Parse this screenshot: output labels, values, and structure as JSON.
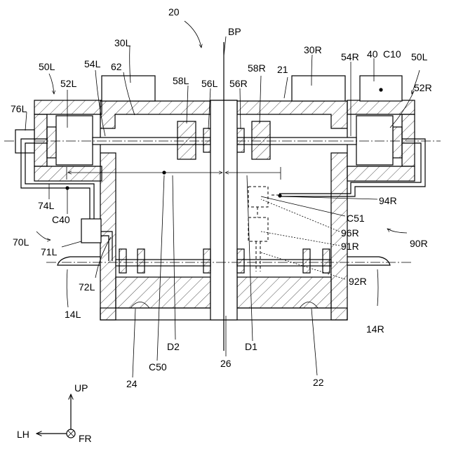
{
  "labels": {
    "fig_number": "20",
    "bp": "BP",
    "l30": "30L",
    "r30": "30R",
    "l50_left": "50L",
    "l50_right": "50L",
    "c10": "C10",
    "n40": "40",
    "n21": "21",
    "l52": "52L",
    "r52": "52R",
    "l54": "54L",
    "r54": "54R",
    "n62": "62",
    "l58": "58L",
    "r58": "58R",
    "l56": "56L",
    "r56": "56R",
    "l76": "76L",
    "l74": "74L",
    "c40": "C40",
    "l70": "70L",
    "l71": "71L",
    "l72": "72L",
    "l14": "14L",
    "r14": "14R",
    "r94": "94R",
    "c51": "C51",
    "r96": "96R",
    "r91": "91R",
    "r90": "90R",
    "r92": "92R",
    "d2": "D2",
    "d1": "D1",
    "c50": "C50",
    "n26": "26",
    "n24": "24",
    "n22": "22"
  },
  "axes": {
    "up": "UP",
    "lh": "LH",
    "fr": "FR"
  }
}
